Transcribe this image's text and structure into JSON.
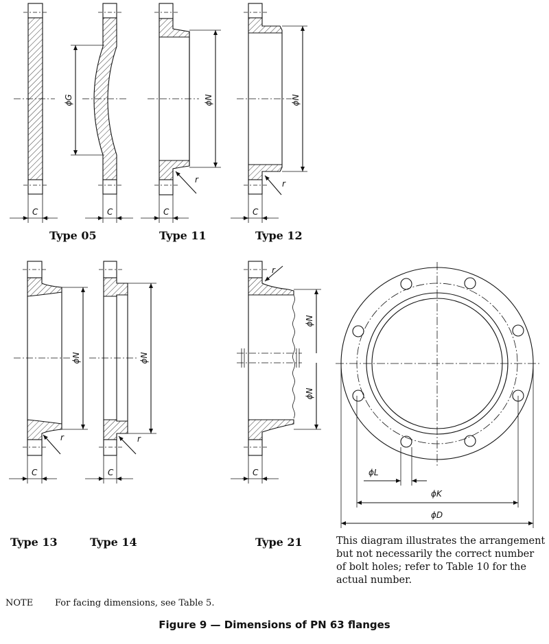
{
  "types": {
    "t05": "Type 05",
    "t11": "Type 11",
    "t12": "Type 12",
    "t13": "Type 13",
    "t14": "Type 14",
    "t21": "Type 21"
  },
  "dims": {
    "c": "C",
    "phi_g": "ϕG",
    "phi_n": "ϕN",
    "phi_l": "ϕL",
    "phi_k": "ϕK",
    "phi_d": "ϕD",
    "r": "r"
  },
  "caption": "This diagram illustrates the arrangement but not necessarily the correct number of bolt holes; refer to Table 10 for the actual number.",
  "note": {
    "key": "NOTE",
    "text": "For facing dimensions, see Table 5."
  },
  "figure_title": "Figure 9 — Dimensions of PN 63 flanges"
}
